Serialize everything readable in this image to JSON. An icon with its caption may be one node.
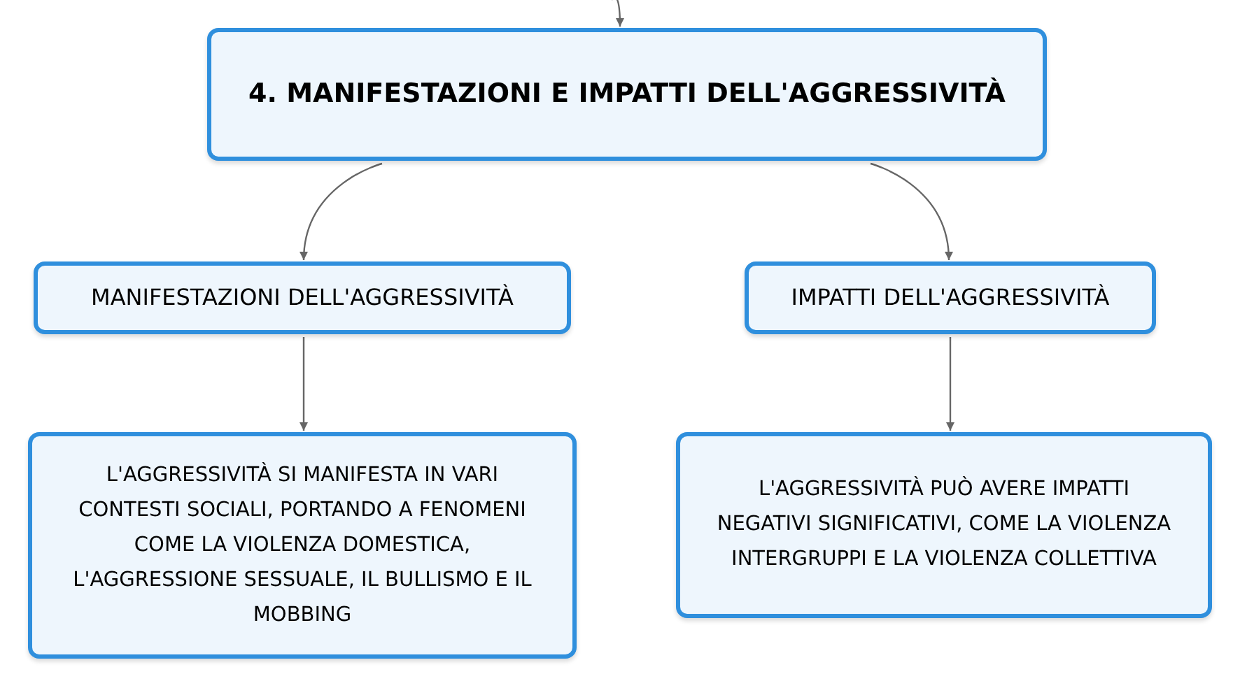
{
  "diagram": {
    "nodes": [
      {
        "text": [
          "4. MANIFESTAZIONI E IMPATTI DELL'AGGRESSIVITÀ"
        ]
      },
      {
        "text": [
          "MANIFESTAZIONI DELL'AGGRESSIVITÀ"
        ]
      },
      {
        "text": [
          "IMPATTI DELL'AGGRESSIVITÀ"
        ]
      },
      {
        "text": [
          "L'AGGRESSIVITÀ SI MANIFESTA IN VARI CONTESTI SOCIALI, PORTANDO A FENOMENI COME LA VIOLENZA DOMESTICA, L'AGGRESSIONE SESSUALE, IL BULLISMO E IL MOBBING"
        ]
      },
      {
        "text": [
          "L'AGGRESSIVITÀ PUÒ AVERE IMPATTI NEGATIVI SIGNIFICATIVI, COME LA VIOLENZA INTERGRUPPI E LA VIOLENZA COLLETTIVA"
        ]
      }
    ],
    "edges": [
      {
        "from": null,
        "to": 0,
        "arrow": "to"
      },
      {
        "from": 0,
        "to": 1,
        "arrow": "to"
      },
      {
        "from": 0,
        "to": 2,
        "arrow": "to"
      },
      {
        "from": 1,
        "to": 3,
        "arrow": "to"
      },
      {
        "from": 2,
        "to": 4,
        "arrow": "to"
      }
    ]
  }
}
